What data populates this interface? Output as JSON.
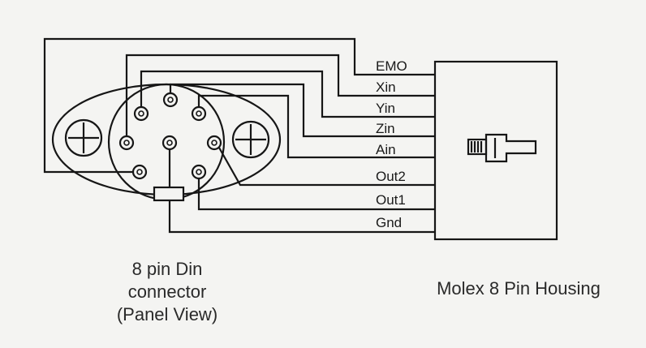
{
  "signals": [
    "EMO",
    "Xin",
    "Yin",
    "Zin",
    "Ain",
    "Out2",
    "Out1",
    "Gnd"
  ],
  "din_caption": {
    "line1": "8 pin Din",
    "line2": "connector",
    "line3": "(Panel View)"
  },
  "molex_caption": "Molex 8 Pin Housing"
}
